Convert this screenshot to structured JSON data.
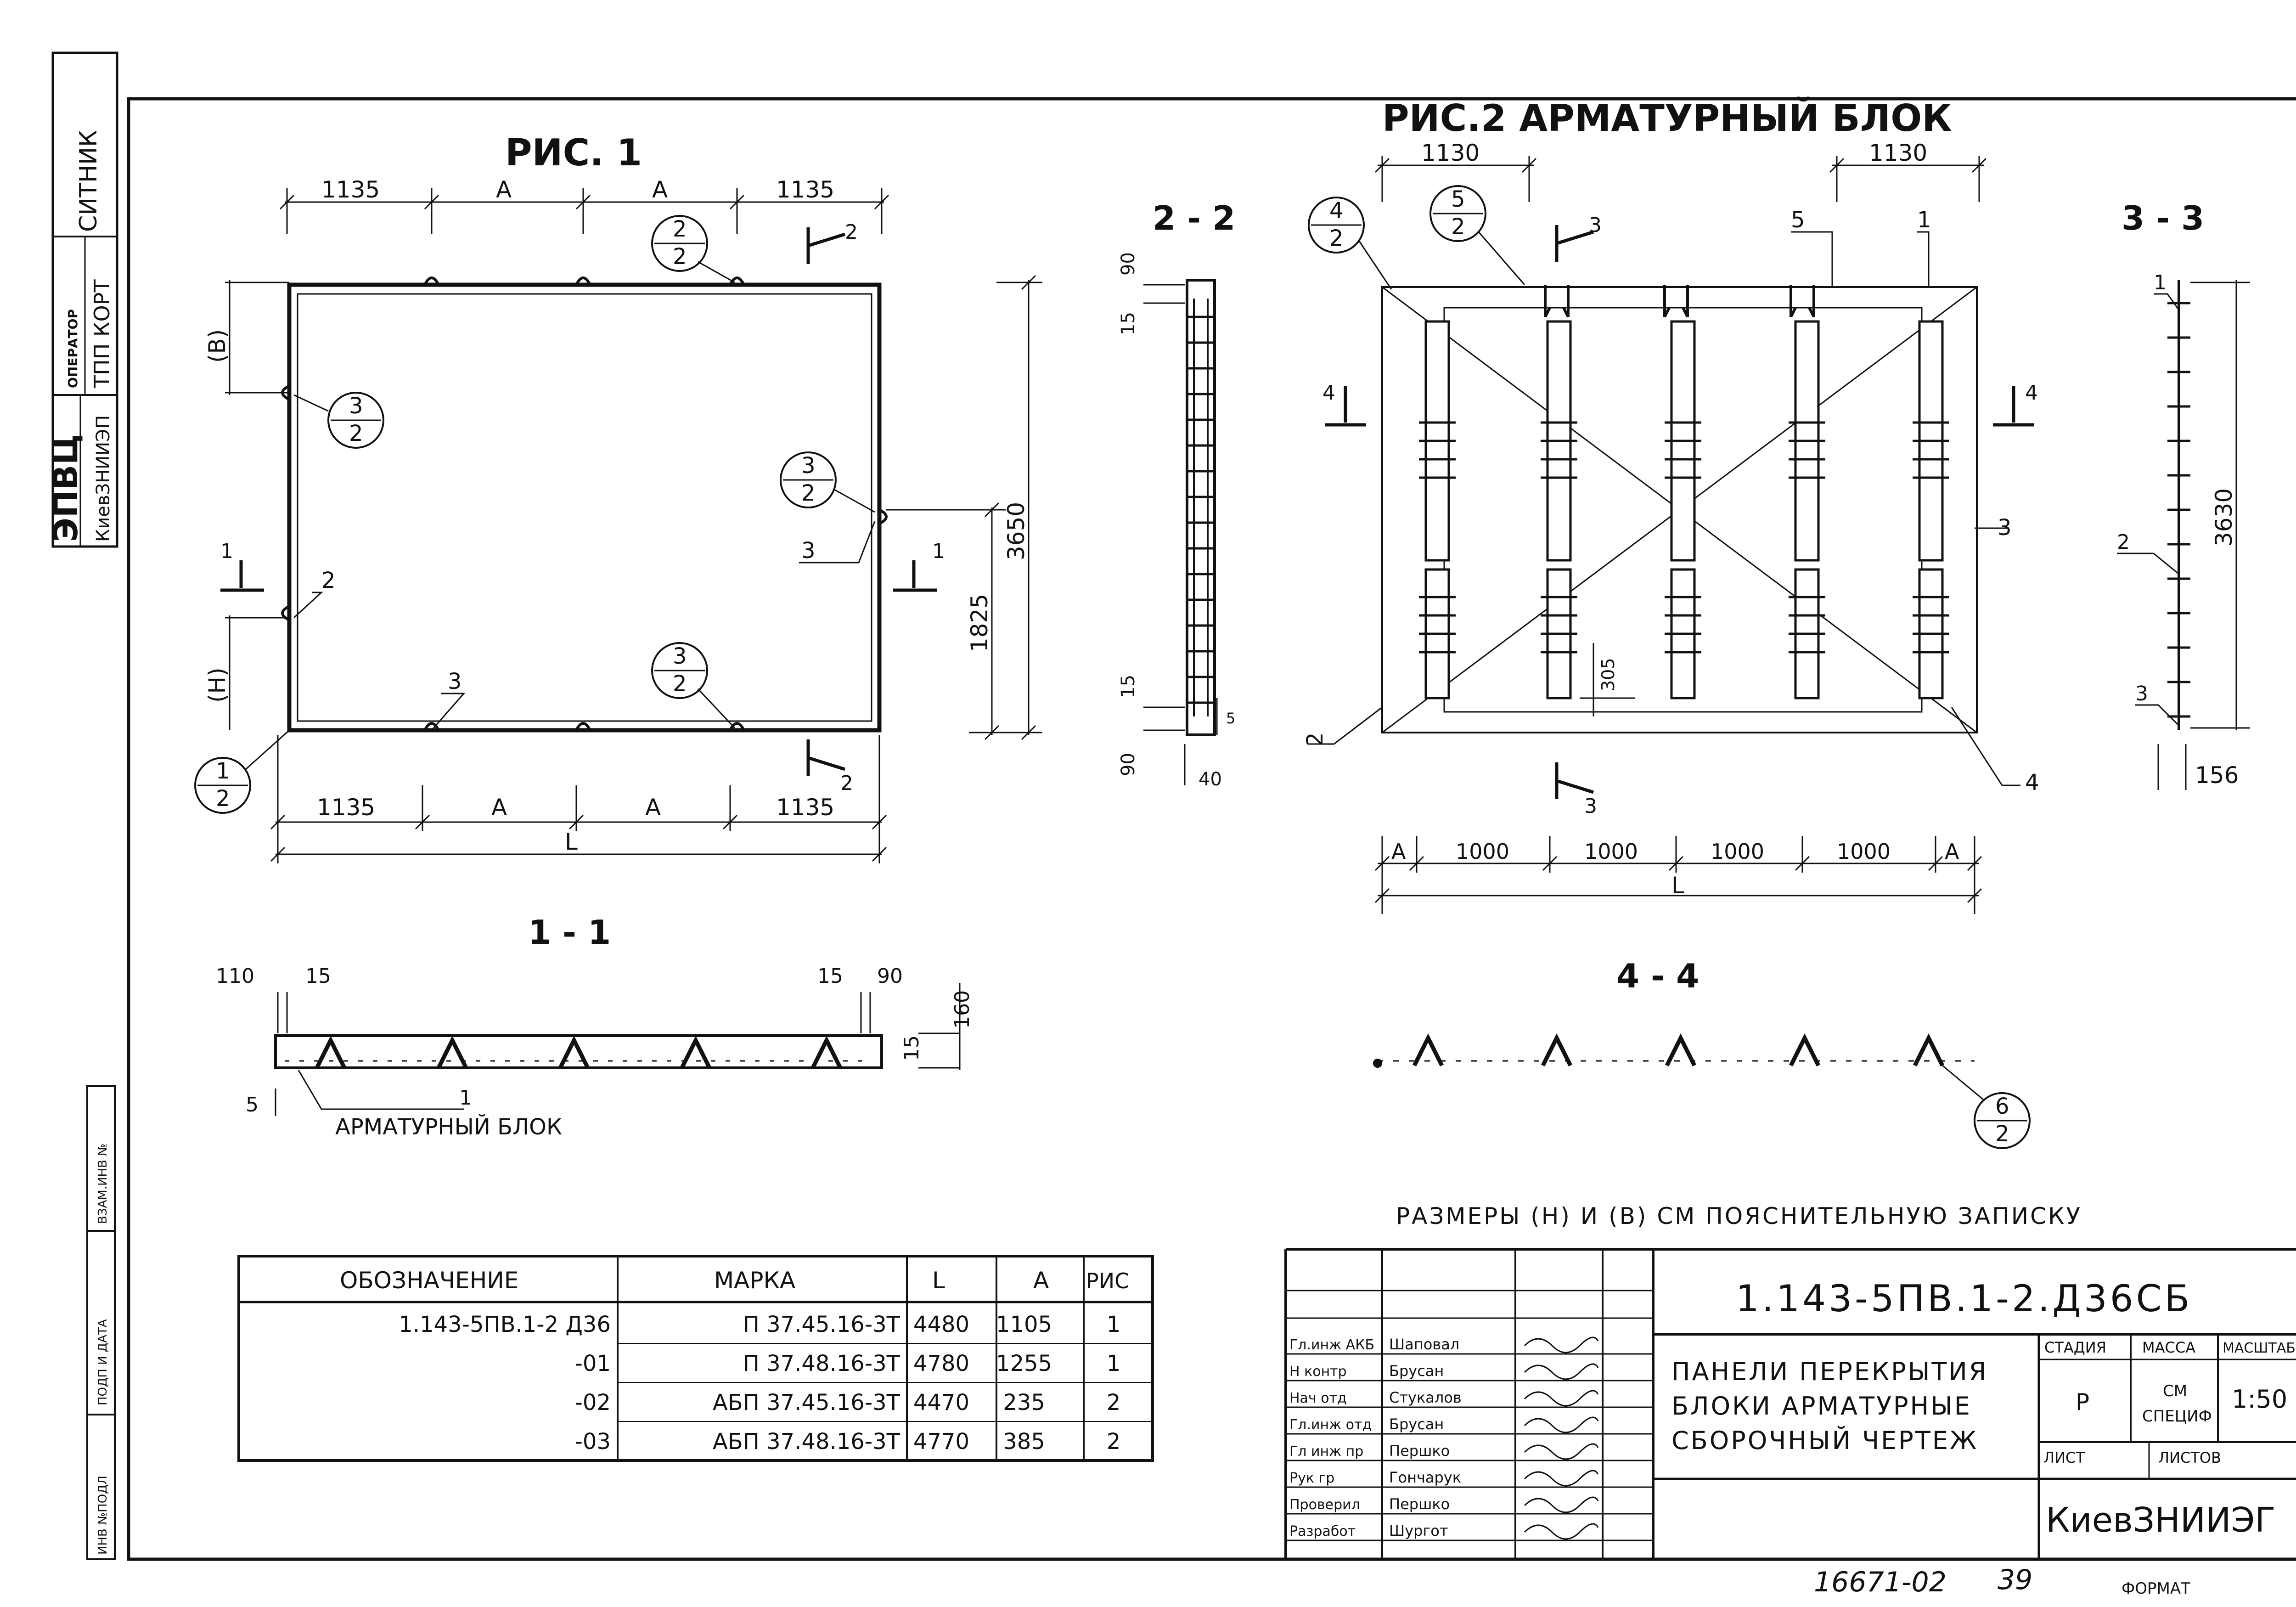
{
  "side_stamp": {
    "org_line1": "ЭПВЦ",
    "org_line2": "КиевЗНИИЭП",
    "operator_label": "ОПЕРАТОР",
    "operator_value": "ТПП КОРТ",
    "person": "СИТНИК"
  },
  "left_fields": [
    "ВЗАМ.ИНВ №",
    "ПОДП И ДАТА",
    "ИНВ №ПОДЛ"
  ],
  "fig1": {
    "title": "РИС. 1",
    "top_dims": [
      "1135",
      "А",
      "А",
      "1135"
    ],
    "bottom_dims": [
      "1135",
      "А",
      "А",
      "1135"
    ],
    "total_label": "L",
    "height_dim": "3650",
    "half_height_dim": "1825",
    "b_label": "(В)",
    "h_label": "(Н)",
    "callouts": [
      {
        "num": "2",
        "den": "2"
      },
      {
        "num": "3",
        "den": "2"
      },
      {
        "num": "3",
        "den": "2"
      },
      {
        "num": "3",
        "den": "2"
      },
      {
        "num": "1",
        "den": "2"
      }
    ],
    "leaders": [
      "3",
      "2",
      "3"
    ],
    "section_marks": [
      "2",
      "2",
      "1",
      "1"
    ]
  },
  "sec22": {
    "title": "2 - 2",
    "dims": [
      "90",
      "15",
      "15",
      "90",
      "40",
      "5"
    ]
  },
  "fig2": {
    "title": "РИС.2 АРМАТУРНЫЙ БЛОК",
    "top_dims": [
      "1130",
      "1130"
    ],
    "callouts": [
      {
        "num": "4",
        "den": "2"
      },
      {
        "num": "5",
        "den": "2"
      }
    ],
    "leaders": [
      "5",
      "1",
      "3",
      "2",
      "4"
    ],
    "section_marks": [
      "3",
      "3",
      "4",
      "4"
    ],
    "inner_dim": "305",
    "bottom_dims": [
      "А",
      "1000",
      "1000",
      "1000",
      "1000",
      "А"
    ],
    "total_label": "L"
  },
  "sec33": {
    "title": "3 - 3",
    "height_dim": "3630",
    "width_dim": "156",
    "leaders": [
      "1",
      "2",
      "3"
    ]
  },
  "sec11": {
    "title": "1 - 1",
    "dims": [
      "110",
      "15",
      "15",
      "90",
      "160",
      "15",
      "5"
    ],
    "leader_num": "1",
    "leader_text": "АРМАТУРНЫЙ БЛОК"
  },
  "sec44": {
    "title": "4 - 4",
    "callout": {
      "num": "6",
      "den": "2"
    }
  },
  "note": "РАЗМЕРЫ (Н) И (В) СМ ПОЯСНИТЕЛЬНУЮ ЗАПИСКУ",
  "spec_table": {
    "headers": [
      "ОБОЗНАЧЕНИЕ",
      "МАРКА",
      "L",
      "А",
      "РИС"
    ],
    "rows": [
      [
        "1.143-5ПВ.1-2 Д36",
        "П 37.45.16-3Т",
        "4480",
        "1105",
        "1"
      ],
      [
        "-01",
        "П 37.48.16-3Т",
        "4780",
        "1255",
        "1"
      ],
      [
        "-02",
        "АБП 37.45.16-3Т",
        "4470",
        "235",
        "2"
      ],
      [
        "-03",
        "АБП 37.48.16-3Т",
        "4770",
        "385",
        "2"
      ]
    ]
  },
  "title_block": {
    "doc_code": "1.143-5ПВ.1-2.Д36СБ",
    "title_lines": [
      "ПАНЕЛИ ПЕРЕКРЫТИЯ",
      "БЛОКИ АРМАТУРНЫЕ",
      "СБОРОЧНЫЙ ЧЕРТЕЖ"
    ],
    "stage_label": "СТАДИЯ",
    "mass_label": "МАССА",
    "scale_label": "МАСШТАБ",
    "stage_value": "Р",
    "mass_value_line1": "СМ",
    "mass_value_line2": "СПЕЦИФ",
    "scale_value": "1:50",
    "sheet_label": "ЛИСТ",
    "sheets_label": "ЛИСТОВ",
    "org": "КиевЗНИИЭГ",
    "signatures": [
      {
        "role": "Гл.инж АКБ",
        "name": "Шаповал"
      },
      {
        "role": "Н контр",
        "name": "Брусан"
      },
      {
        "role": "Нач отд",
        "name": "Стукалов"
      },
      {
        "role": "Гл.инж отд",
        "name": "Брусан"
      },
      {
        "role": "Гл инж пр",
        "name": "Першко"
      },
      {
        "role": "Рук гр",
        "name": "Гончарук"
      },
      {
        "role": "Проверил",
        "name": "Першко"
      },
      {
        "role": "Разработ",
        "name": "Шургот"
      }
    ]
  },
  "footer": {
    "handwritten": "16671-02",
    "sheet_no": "39",
    "format": "ФОРМАТ"
  }
}
